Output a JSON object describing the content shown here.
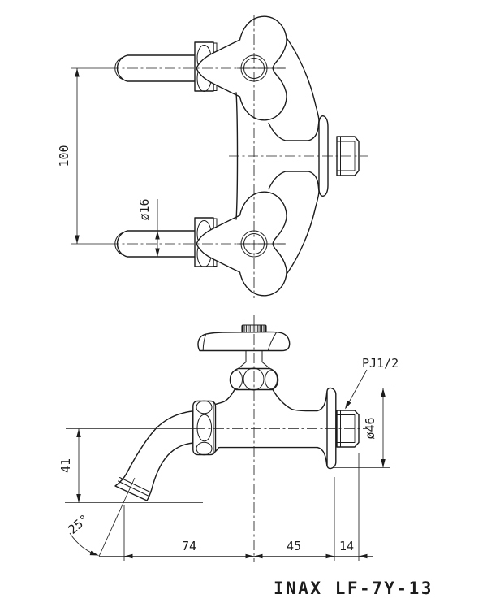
{
  "colors": {
    "line": "#1c1c1c",
    "background": "#ffffff"
  },
  "title": {
    "model_label": "INAX LF-7Y-13"
  },
  "plan_view": {
    "dim_handle_pitch": "100",
    "dim_spout_diameter": "ø16"
  },
  "side_view": {
    "dim_thread_type": "PJ1/2",
    "dim_flange_diameter": "ø46",
    "dim_outlet_height": "41",
    "dim_outlet_angle": "25°",
    "dim_reach": "74",
    "dim_axis_to_wall": "45",
    "dim_thread_length": "14"
  }
}
